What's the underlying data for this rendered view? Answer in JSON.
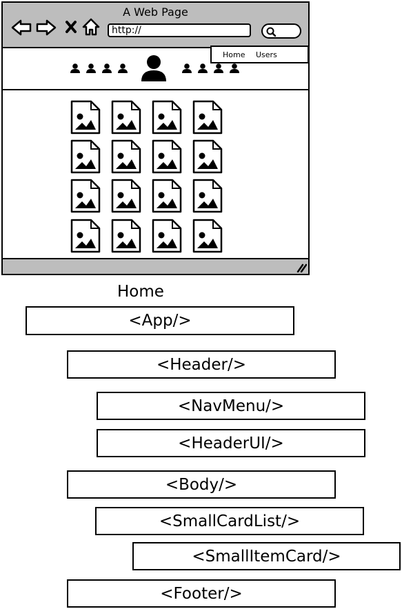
{
  "browser": {
    "title": "A Web Page",
    "url": "http://",
    "nav_menu": {
      "items": [
        "Home",
        "Users"
      ]
    }
  },
  "page_label": "Home",
  "components": [
    "<App/>",
    "<Header/>",
    "<NavMenu/>",
    "<HeaderUI/>",
    "<Body/>",
    "<SmallCardList/>",
    "<SmallItemCard/>",
    "<Footer/>"
  ]
}
